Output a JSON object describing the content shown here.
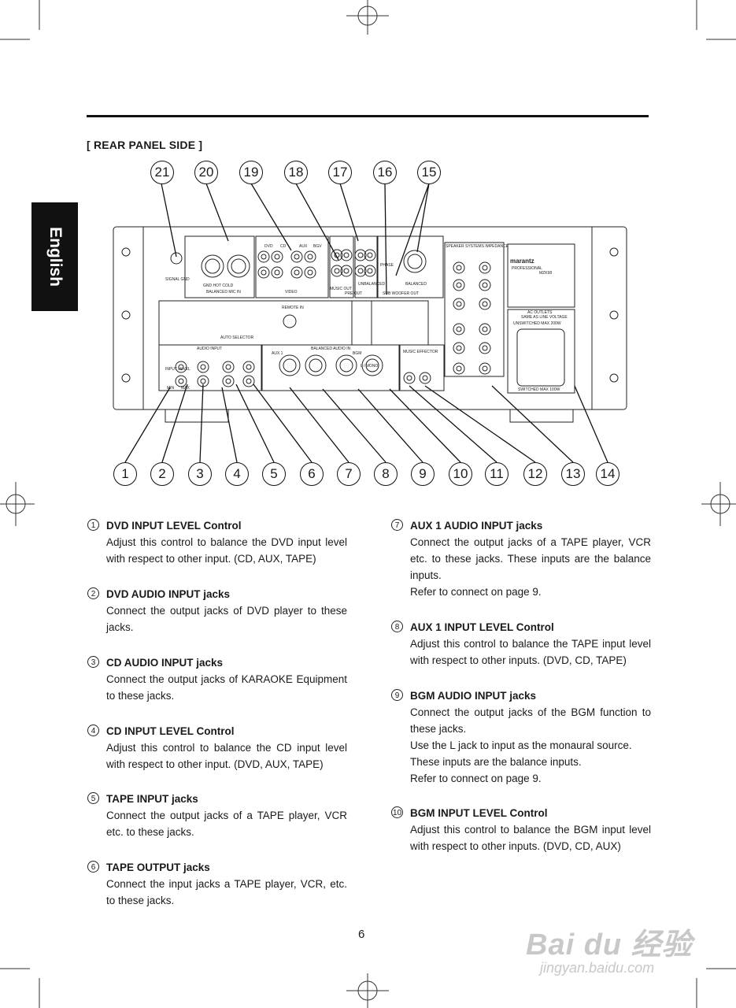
{
  "sidebar": {
    "language_tab": "English"
  },
  "section": {
    "title": "[ REAR PANEL SIDE ]"
  },
  "top_callouts": [
    "21",
    "20",
    "19",
    "18",
    "17",
    "16",
    "15"
  ],
  "bottom_callouts": [
    "1",
    "2",
    "3",
    "4",
    "5",
    "6",
    "7",
    "8",
    "9",
    "10",
    "11",
    "12",
    "13",
    "14"
  ],
  "panel_labels": {
    "signal_gnd": "SIGNAL GND",
    "balanced_mic_in": "BALANCED MIC IN",
    "mic_pins": "GND  HOT  COLD",
    "video": "VIDEO",
    "video_sources": [
      "DVD",
      "CD",
      "AUX",
      "BGV"
    ],
    "music_out": "MUSIC OUT",
    "pre_out": "PRE OUT",
    "sub_woofer_out": "SUB WOOFER OUT",
    "balanced": "BALANCED",
    "unbalanced": "UNBALANCED",
    "phase": "PHASE",
    "speaker_impedance": "SPEAKER SYSTEMS IMPEDANCE",
    "brand": "marantz",
    "brand_sub": "PROFESSIONAL",
    "model": "MZK98",
    "ac_outlets": "AC OUTLETS",
    "ac_same": "SAME AS LINE VOLTAGE",
    "unswitched": "UNSWITCHED MAX 200W",
    "switched": "SWITCHED MAX 100W",
    "auto_selector": "AUTO SELECTOR",
    "remote_in": "REMOTE IN",
    "audio_input": "AUDIO INPUT",
    "balanced_audio_in": "BALANCED AUDIO IN",
    "music_effector": "MUSIC EFFECTOR",
    "input_level": "INPUT LEVEL",
    "min": "MIN",
    "max": "MAX",
    "aux1": "AUX 1",
    "bgm": "BGM",
    "l_mono": "L / MONO"
  },
  "items_left": [
    {
      "num": "1",
      "title": "DVD INPUT LEVEL Control",
      "lines": [
        "Adjust this control to balance the DVD input level with respect to other input. (CD, AUX, TAPE)"
      ]
    },
    {
      "num": "2",
      "title": "DVD AUDIO INPUT jacks",
      "lines": [
        "Connect the output jacks of DVD player to these jacks."
      ]
    },
    {
      "num": "3",
      "title": "CD AUDIO INPUT jacks",
      "lines": [
        "Connect the output jacks of KARAOKE Equipment to these jacks."
      ]
    },
    {
      "num": "4",
      "title": "CD INPUT LEVEL Control",
      "lines": [
        "Adjust this control to balance the CD input level with respect to other input. (DVD, AUX, TAPE)"
      ]
    },
    {
      "num": "5",
      "title": "TAPE INPUT jacks",
      "lines": [
        "Connect the output jacks of a TAPE player, VCR etc. to these jacks."
      ]
    },
    {
      "num": "6",
      "title": "TAPE OUTPUT jacks",
      "lines": [
        "Connect the input jacks a TAPE player, VCR, etc. to these jacks."
      ]
    }
  ],
  "items_right": [
    {
      "num": "7",
      "title": "AUX 1 AUDIO INPUT jacks",
      "lines": [
        "Connect the output jacks of a TAPE player, VCR etc. to these jacks.  These inputs are  the balance inputs.",
        "Refer to connect on page 9."
      ]
    },
    {
      "num": "8",
      "title": "AUX 1 INPUT LEVEL Control",
      "lines": [
        "Adjust this control to balance the TAPE input level with respect to other inputs. (DVD, CD, TAPE)"
      ]
    },
    {
      "num": "9",
      "title": "BGM AUDIO INPUT jacks",
      "lines": [
        "Connect the output jacks of the BGM function to these jacks.",
        "Use the L jack to input as the monaural source.",
        "These inputs are  the balance inputs.",
        "Refer to connect on page 9."
      ]
    },
    {
      "num": "10",
      "title": "BGM INPUT LEVEL Control",
      "lines": [
        "Adjust this control to balance the BGM input level with respect to other inputs. (DVD, CD, AUX)"
      ]
    }
  ],
  "page_number": "6",
  "watermark": {
    "logo": "Bai du 经验",
    "url": "jingyan.baidu.com"
  }
}
